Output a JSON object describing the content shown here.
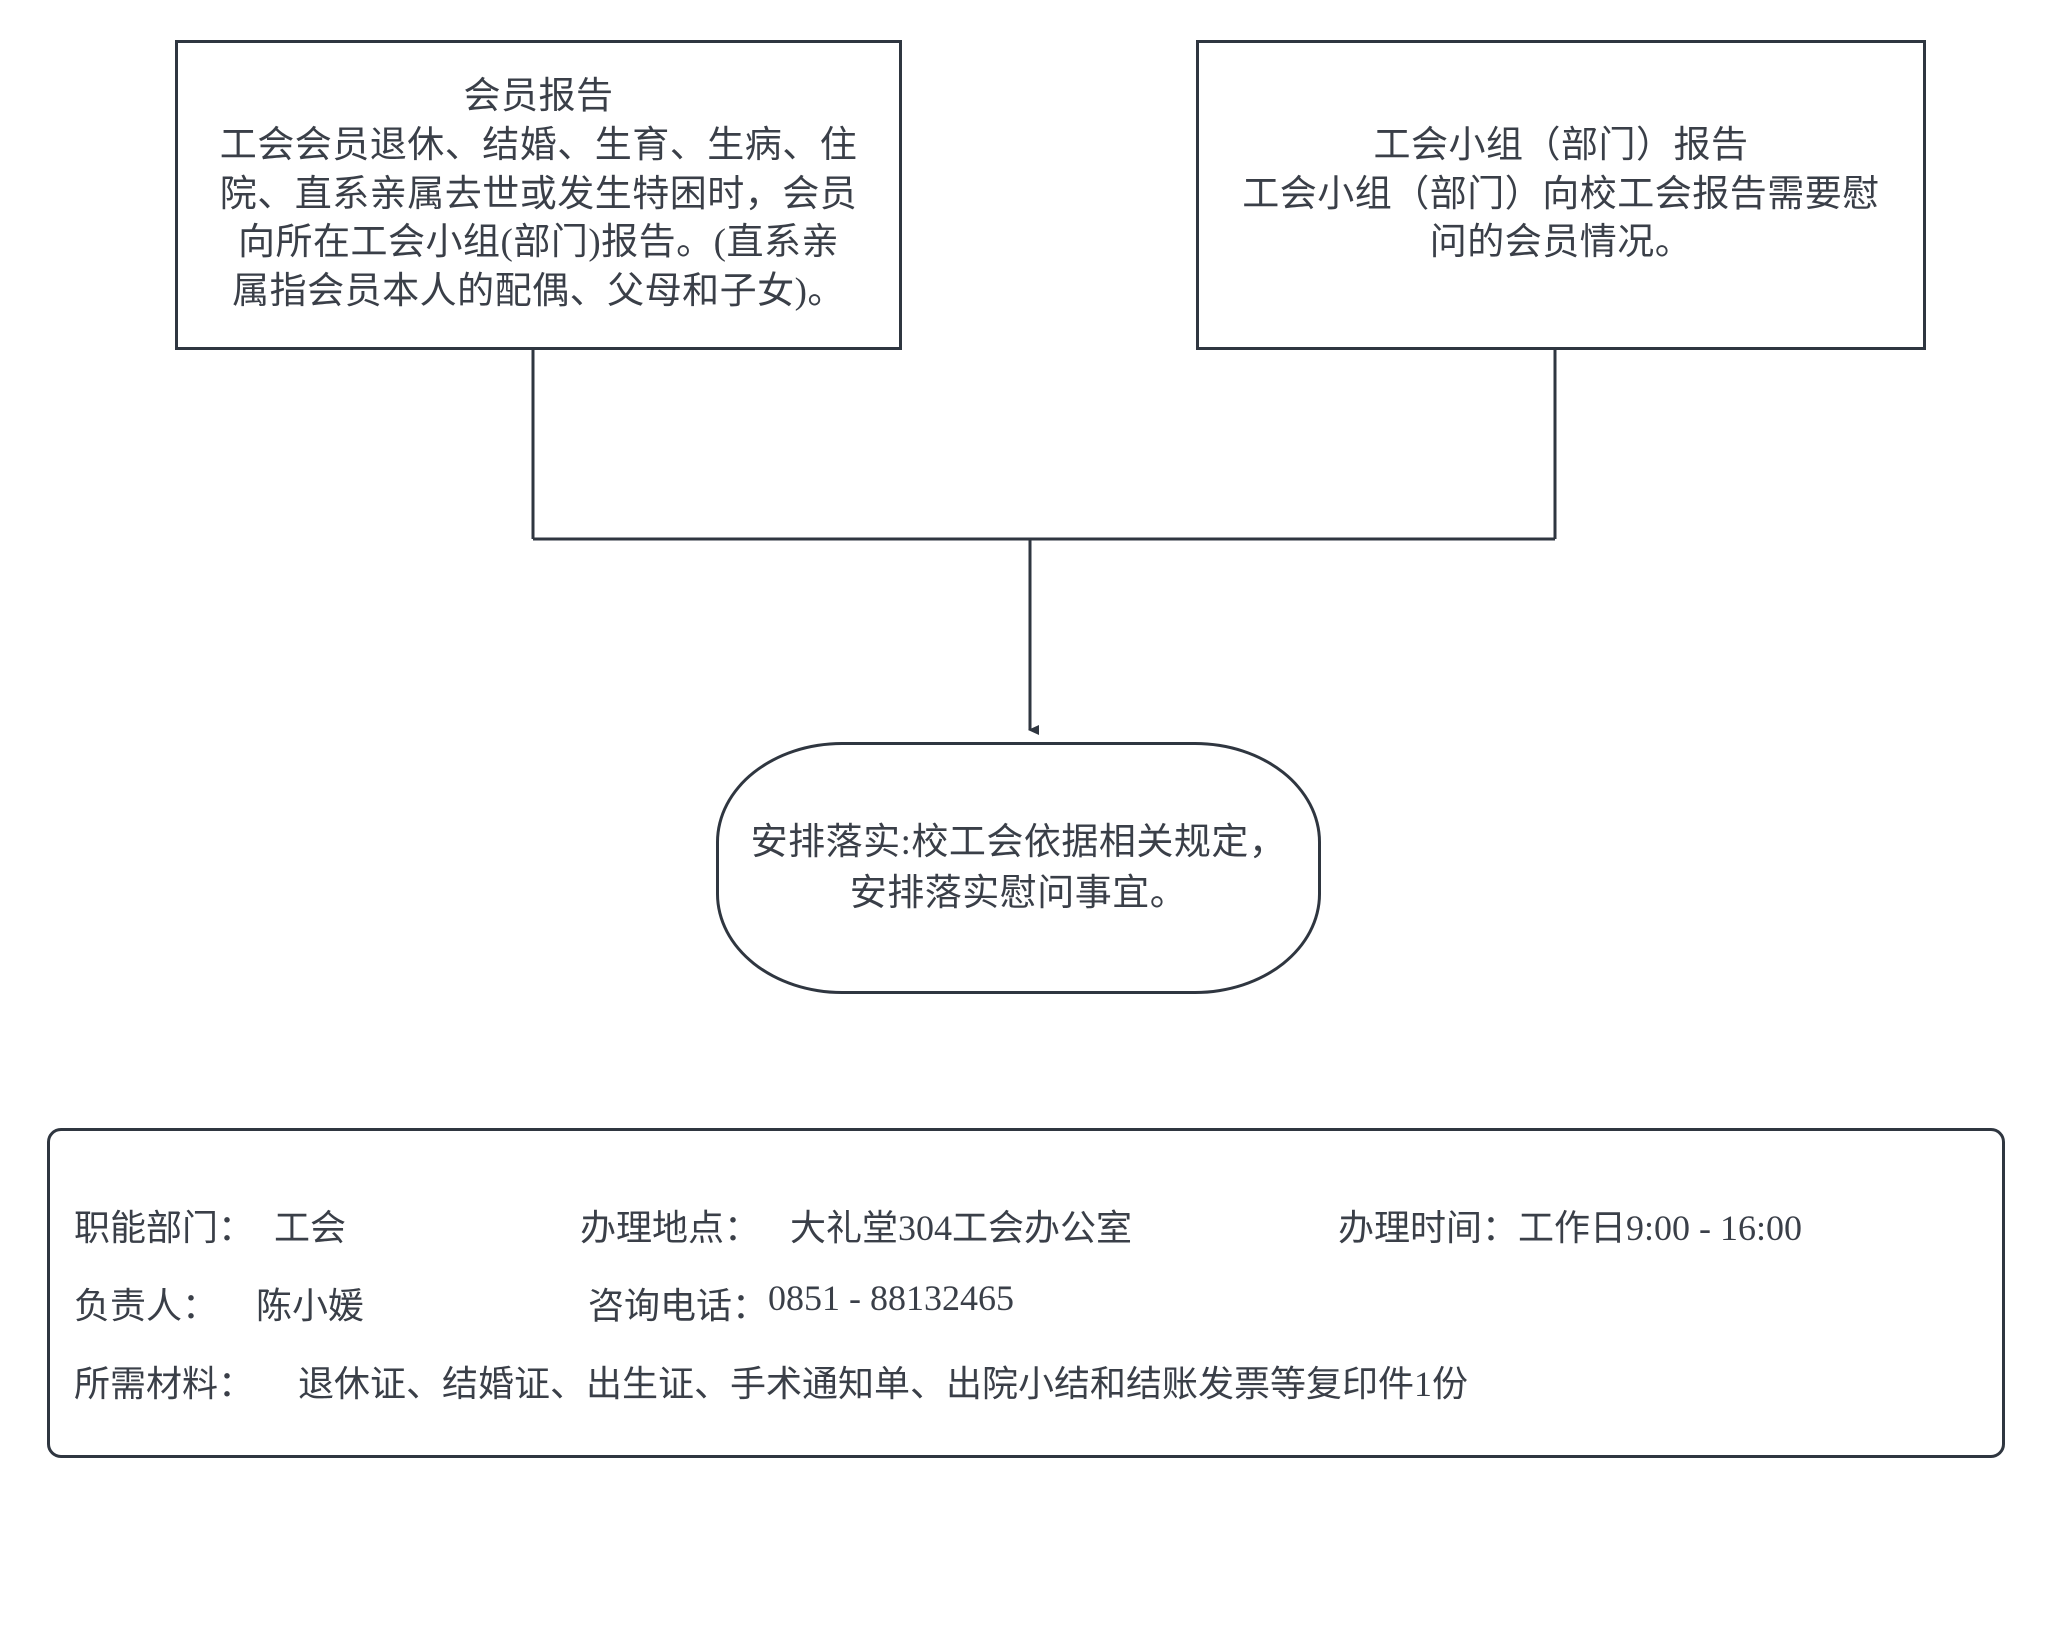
{
  "diagram": {
    "title_present": false,
    "line_color": "#2f3640",
    "text_color": "#3a3f48",
    "background": "#ffffff"
  },
  "nodes": {
    "member_report": {
      "id": "member-report",
      "shape": "rectangle",
      "text": "会员报告\n工会会员退休、结婚、生育、生病、住\n院、直系亲属去世或发生特困时，会员\n向所在工会小组(部门)报告。(直系亲\n属指会员本人的配偶、父母和子女)。"
    },
    "group_report": {
      "id": "group-report",
      "shape": "rectangle",
      "text": "工会小组（部门）报告\n工会小组（部门）向校工会报告需要慰\n问的会员情况。"
    },
    "arrange": {
      "id": "arrange",
      "shape": "stadium",
      "text": "安排落实:校工会依据相关规定，\n安排落实慰问事宜。"
    }
  },
  "connectors": [
    {
      "from": "member_report",
      "to": "arrange",
      "type": "elbow-merge",
      "arrow": true
    },
    {
      "from": "group_report",
      "to": "arrange",
      "type": "elbow-merge",
      "arrow": true
    }
  ],
  "info_panel": {
    "row1": {
      "dept_label": "职能部门：",
      "dept_value": "工会",
      "location_label": "办理地点：",
      "location_value": "大礼堂304工会办公室",
      "hours_label": "办理时间：",
      "hours_value": "工作日9:00 - 16:00"
    },
    "row2": {
      "person_label": "负责人：",
      "person_value": "陈小媛",
      "phone_label": "咨询电话：",
      "phone_value": "0851 - 88132465"
    },
    "row3": {
      "materials_label": "所需材料：",
      "materials_value": "退休证、结婚证、出生证、手术通知单、出院小结和结账发票等复印件1份"
    }
  }
}
